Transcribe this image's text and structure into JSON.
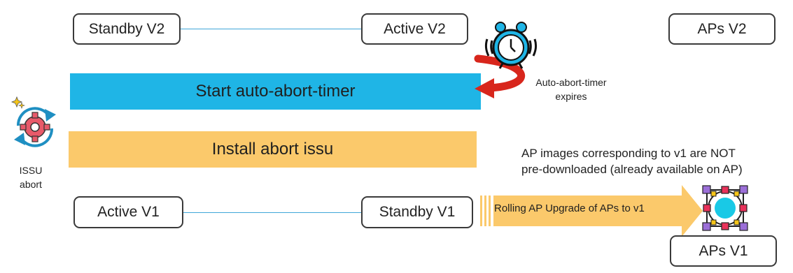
{
  "nodes": {
    "standby_v2": "Standby V2",
    "active_v2": "Active V2",
    "aps_v2": "APs V2",
    "active_v1": "Active V1",
    "standby_v1": "Standby V1",
    "aps_v1": "APs V1"
  },
  "bars": {
    "start_timer": "Start auto-abort-timer",
    "install_abort": "Install abort issu"
  },
  "labels": {
    "timer_expires_line1": "Auto-abort-timer",
    "timer_expires_line2": "expires",
    "issu_line1": "ISSU",
    "issu_line2": "abort",
    "ap_images_line1": "AP images corresponding to v1 are NOT",
    "ap_images_line2": "pre-downloaded (already available on AP)",
    "rolling_upgrade": "Rolling AP Upgrade of APs to v1"
  },
  "colors": {
    "timer_bar": "#1fb5e6",
    "abort_bar": "#fbc96b",
    "connector": "#3fa7d8",
    "red_arrow": "#d8261c",
    "upgrade_arrow": "#fbc96b"
  },
  "icons": {
    "alarm": "alarm-clock-icon",
    "gear": "gear-refresh-icon",
    "network": "network-nodes-icon"
  }
}
